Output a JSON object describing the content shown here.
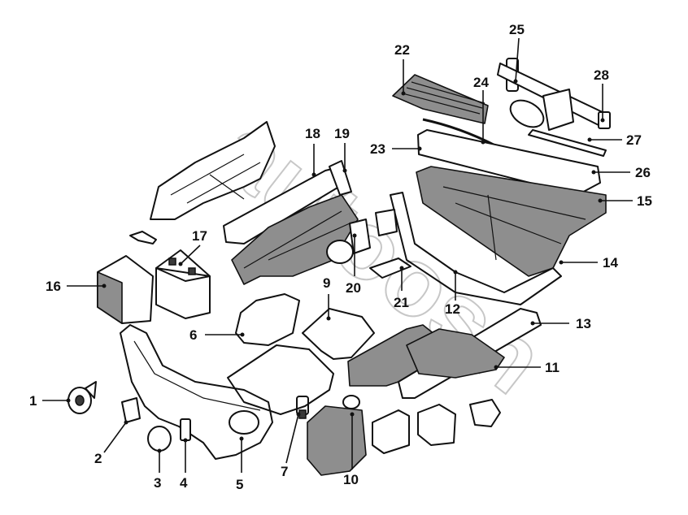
{
  "diagram": {
    "watermark": "autoosn",
    "callouts": [
      "1",
      "2",
      "3",
      "4",
      "5",
      "6",
      "7",
      "9",
      "10",
      "11",
      "12",
      "13",
      "14",
      "15",
      "16",
      "17",
      "18",
      "19",
      "20",
      "21",
      "22",
      "23",
      "24",
      "25",
      "26",
      "27",
      "28"
    ]
  }
}
